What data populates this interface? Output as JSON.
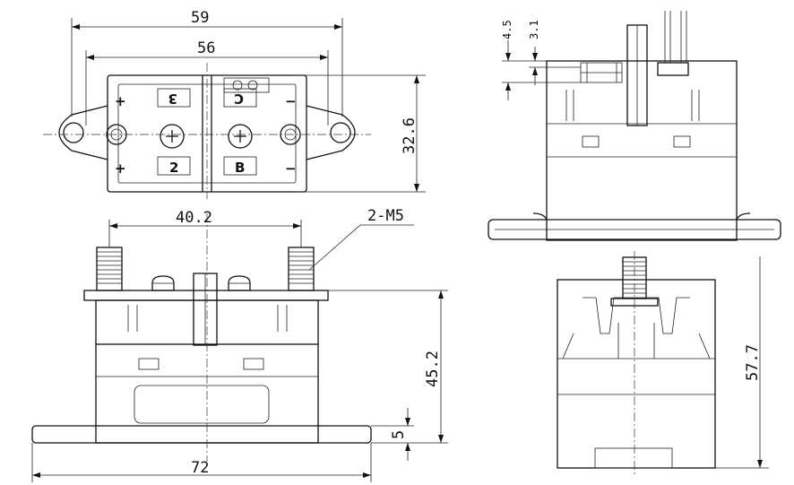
{
  "dimensions": {
    "overall_width": "59",
    "hole_pitch": "56",
    "body_depth": "32.6",
    "terminal_pitch": "40.2",
    "thread": "2-M5",
    "height_front": "45.2",
    "flange_thickness": "5",
    "base_length": "72",
    "side_offset_a": "4.5",
    "side_offset_b": "3.1",
    "height_side": "57.7"
  },
  "terminal_marks": {
    "top_left_sign": "+",
    "top_left_num": "3",
    "top_right_letter": "C",
    "top_right_sign": "−",
    "bottom_left_sign": "+",
    "bottom_left_num": "2",
    "bottom_right_letter": "B",
    "bottom_right_sign": "−"
  }
}
